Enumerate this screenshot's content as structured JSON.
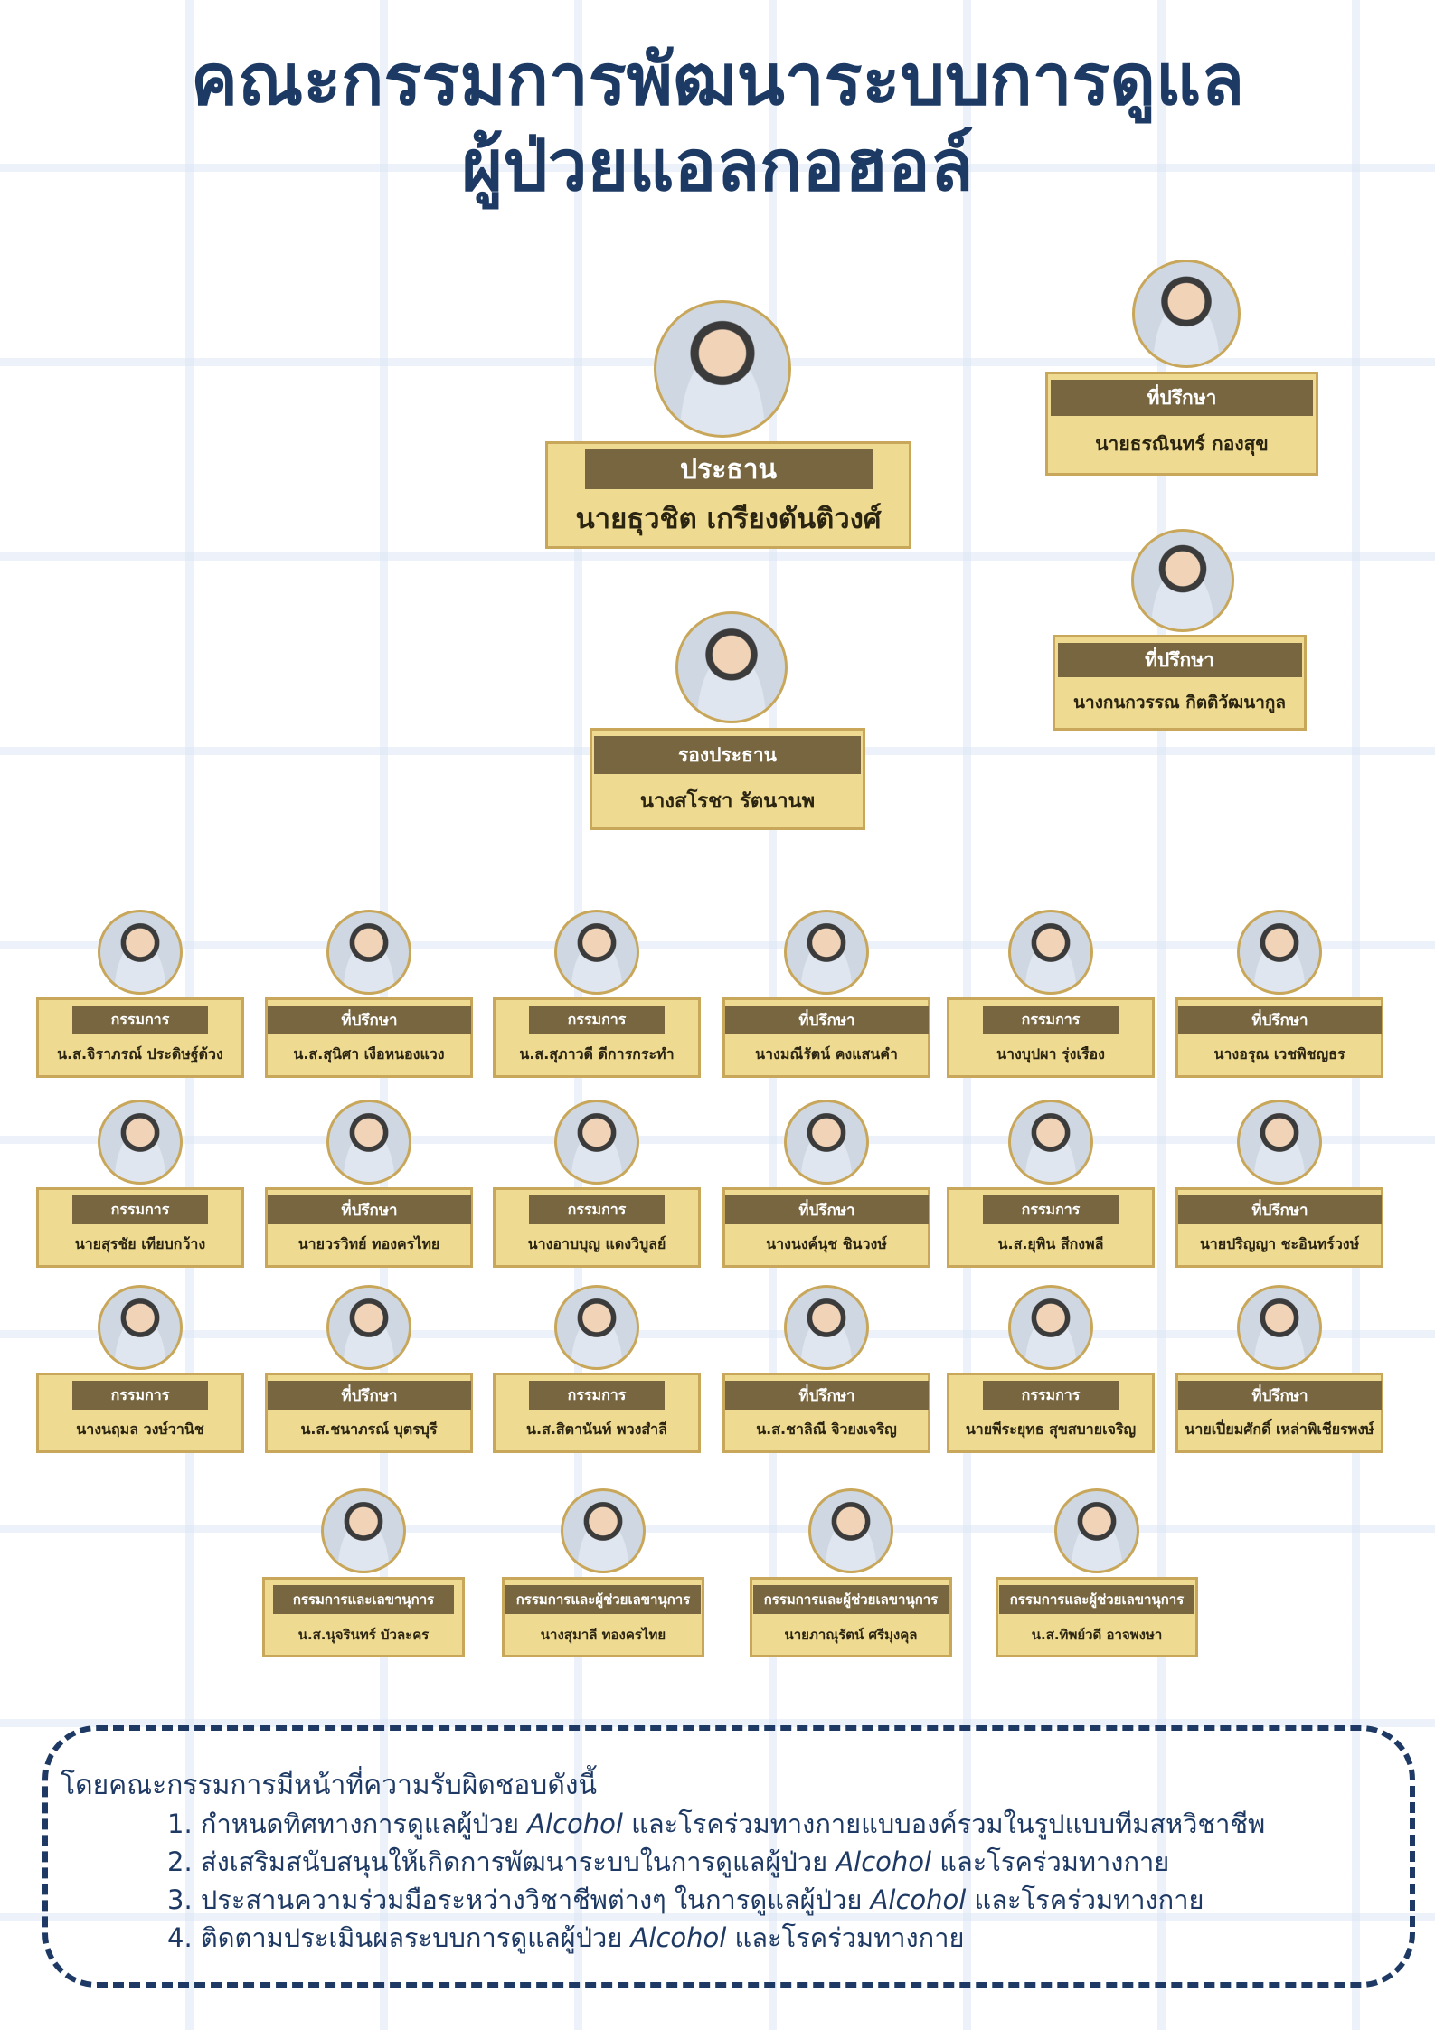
{
  "title": {
    "line1": "คณะกรรมการพัฒนาระบบการดูแล",
    "line2": "ผู้ป่วยแอลกอฮอล์"
  },
  "leaders": [
    {
      "role": "ประธาน",
      "name": "นายธุวชิต เกรียงตันติวงศ์"
    },
    {
      "role": "ที่ปรึกษา",
      "name": "นายธรณินทร์  กองสุข"
    },
    {
      "role": "ที่ปรึกษา",
      "name": "นางกนกวรรณ  กิตติวัฒนากูล"
    },
    {
      "role": "รองประธาน",
      "name": "นางสโรชา  รัตนานพ"
    }
  ],
  "members": [
    {
      "role": "กรรมการ",
      "name": "น.ส.จิราภรณ์ ประดิษฐ์ด้วง"
    },
    {
      "role": "ที่ปรึกษา",
      "name": "น.ส.สุนิศา  เงือหนองแวง"
    },
    {
      "role": "กรรมการ",
      "name": "น.ส.สุภาวดี ดีการกระทำ"
    },
    {
      "role": "ที่ปรึกษา",
      "name": "นางมณีรัตน์ คงแสนคำ"
    },
    {
      "role": "กรรมการ",
      "name": "นางบุปผา รุ่งเรือง"
    },
    {
      "role": "ที่ปรึกษา",
      "name": "นางอรุณ เวชพิชญธร"
    },
    {
      "role": "กรรมการ",
      "name": "นายสุรชัย  เทียบกว้าง"
    },
    {
      "role": "ที่ปรึกษา",
      "name": "นายวรวิทย์  ทองครไทย"
    },
    {
      "role": "กรรมการ",
      "name": "นางอาบบุญ  แดงวิบูลย์"
    },
    {
      "role": "ที่ปรึกษา",
      "name": "นางนงค์นุช  ชินวงษ์"
    },
    {
      "role": "กรรมการ",
      "name": "น.ส.ยุพิน  สีกงพลี"
    },
    {
      "role": "ที่ปรึกษา",
      "name": "นายปริญญา  ชะอินทร์วงษ์"
    },
    {
      "role": "กรรมการ",
      "name": "นางนฤมล วงษ์วานิช"
    },
    {
      "role": "ที่ปรึกษา",
      "name": "น.ส.ชนาภรณ์ บุตรบุรี"
    },
    {
      "role": "กรรมการ",
      "name": "น.ส.สิตานันท์ พวงสำลี"
    },
    {
      "role": "ที่ปรึกษา",
      "name": "น.ส.ชาลิณี จิวยงเจริญ"
    },
    {
      "role": "กรรมการ",
      "name": "นายพีระยุทธ สุขสบายเจริญ"
    },
    {
      "role": "ที่ปรึกษา",
      "name": "นายเปี่ยมศักดิ์  เหล่าพิเชียรพงษ์"
    }
  ],
  "secretaries": [
    {
      "role": "กรรมการและเลขานุการ",
      "name": "น.ส.นุจรินทร์ บัวละคร"
    },
    {
      "role": "กรรมการและผู้ช่วยเลขานุการ",
      "name": "นางสุมาลี  ทองครไทย"
    },
    {
      "role": "กรรมการและผู้ช่วยเลขานุการ",
      "name": "นายภาณุรัตน์  ศรีมุงคุล"
    },
    {
      "role": "กรรมการและผู้ช่วยเลขานุการ",
      "name": "น.ส.ทิพย์วดี อาจพงษา"
    }
  ],
  "duties": {
    "heading": "โดยคณะกรรมการมีหน้าที่ความรับผิดชอบดังนี้",
    "items": [
      "1. กำหนดทิศทางการดูแลผู้ป่วย Alcohol และโรคร่วมทางกายแบบองค์รวมในรูปแบบทีมสหวิชาชีพ",
      "2. ส่งเสริมสนับสนุนให้เกิดการพัฒนาระบบในการดูแลผู้ป่วย Alcohol และโรคร่วมทางกาย",
      "3. ประสานความร่วมมือระหว่างวิชาชีพต่างๆ ในการดูแลผู้ป่วย Alcohol และโรคร่วมทางกาย",
      "4. ติดตามประเมินผลระบบการดูแลผู้ป่วย Alcohol และโรคร่วมทางกาย"
    ]
  },
  "colors": {
    "title": "#1c3a63",
    "box": "#eedb91",
    "border": "#c9a75a",
    "bar": "#776640"
  }
}
